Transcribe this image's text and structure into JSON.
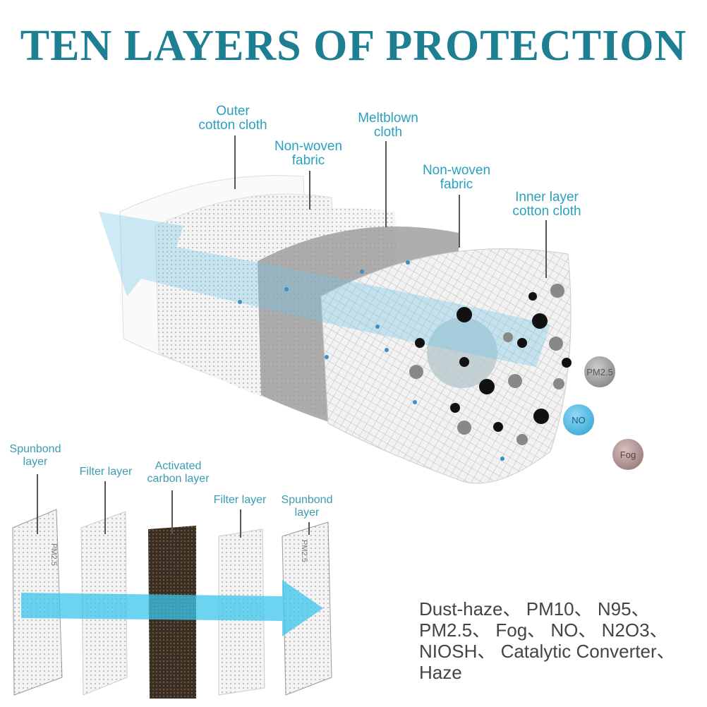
{
  "title": "TEN LAYERS OF PROTECTION",
  "mask_layers": [
    {
      "line1": "Outer",
      "line2": "cotton cloth"
    },
    {
      "line1": "Non-woven",
      "line2": "fabric"
    },
    {
      "line1": "Meltblown",
      "line2": "cloth"
    },
    {
      "line1": "Non-woven",
      "line2": "fabric"
    },
    {
      "line1": "Inner layer",
      "line2": "cotton cloth"
    }
  ],
  "particles": {
    "pm25": "PM2.5",
    "no": "NO",
    "fog": "Fog"
  },
  "filter_layers": [
    {
      "line1": "Spunbond",
      "line2": "layer",
      "print": "PM2.5"
    },
    {
      "line1": "Filter layer",
      "line2": ""
    },
    {
      "line1": "Activated",
      "line2": "carbon layer"
    },
    {
      "line1": "Filter layer",
      "line2": ""
    },
    {
      "line1": "Spunbond",
      "line2": "layer",
      "print": "PM2.5"
    }
  ],
  "protects_against": [
    "Dust-haze、 PM10、 N95、",
    "PM2.5、 Fog、 NO、 N2O3、",
    "NIOSH、 Catalytic Converter、",
    "Haze"
  ],
  "colors": {
    "title": "#1e7f93",
    "label": "#2aa0bf",
    "arrow": "#5bc4e6"
  }
}
